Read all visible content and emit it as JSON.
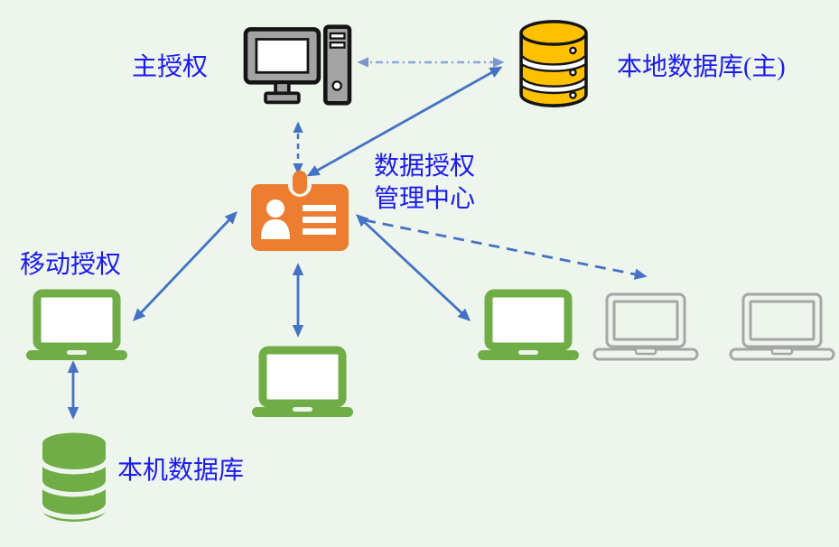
{
  "diagram": {
    "background": "#eef5ec",
    "colors": {
      "arrow": "#4472c4",
      "arrow_light": "#8da8d8",
      "label_text": "#1b1bef",
      "badge_orange": "#ed7d31",
      "device_green": "#70ad47",
      "device_gray": "#a6a6a6",
      "database_yellow": "#ffc000",
      "desktop_gray": "#a3a3a3",
      "outline_black": "#141414"
    },
    "labels": {
      "main_auth": "主授权",
      "local_db_main": "本地数据库(主)",
      "auth_center_line1": "数据授权",
      "auth_center_line2": "管理中心",
      "mobile_auth": "移动授权",
      "local_machine_db": "本机数据库"
    },
    "nodes": [
      {
        "id": "main-auth-desktop",
        "icon": "desktop-computer-icon",
        "label": "主授权"
      },
      {
        "id": "local-db-main",
        "icon": "database-icon",
        "label": "本地数据库(主)",
        "color": "#ffc000"
      },
      {
        "id": "auth-center",
        "icon": "id-badge-icon",
        "label": "数据授权管理中心",
        "color": "#ed7d31"
      },
      {
        "id": "mobile-laptop",
        "icon": "laptop-icon",
        "label": "移动授权",
        "color": "#70ad47"
      },
      {
        "id": "local-machine-db",
        "icon": "database-icon",
        "label": "本机数据库",
        "color": "#70ad47"
      },
      {
        "id": "center-laptop",
        "icon": "laptop-icon",
        "color": "#70ad47"
      },
      {
        "id": "right-green-laptop",
        "icon": "laptop-icon",
        "color": "#70ad47"
      },
      {
        "id": "gray-laptop-1",
        "icon": "laptop-icon",
        "color": "#a6a6a6"
      },
      {
        "id": "gray-laptop-2",
        "icon": "laptop-icon",
        "color": "#a6a6a6"
      }
    ],
    "edges": [
      {
        "from": "main-auth-desktop",
        "to": "local-db-main",
        "style": "dash-dot",
        "arrows": "both"
      },
      {
        "from": "auth-center",
        "to": "local-db-main",
        "style": "solid",
        "arrows": "both"
      },
      {
        "from": "auth-center",
        "to": "main-auth-desktop",
        "style": "dashed",
        "arrows": "both"
      },
      {
        "from": "auth-center",
        "to": "mobile-laptop",
        "style": "solid",
        "arrows": "both"
      },
      {
        "from": "auth-center",
        "to": "center-laptop",
        "style": "solid",
        "arrows": "both"
      },
      {
        "from": "auth-center",
        "to": "right-green-laptop",
        "style": "solid",
        "arrows": "both"
      },
      {
        "from": "auth-center",
        "to": "gray-laptop-1",
        "style": "dashed",
        "arrows": "end"
      },
      {
        "from": "mobile-laptop",
        "to": "local-machine-db",
        "style": "solid",
        "arrows": "both"
      }
    ]
  }
}
